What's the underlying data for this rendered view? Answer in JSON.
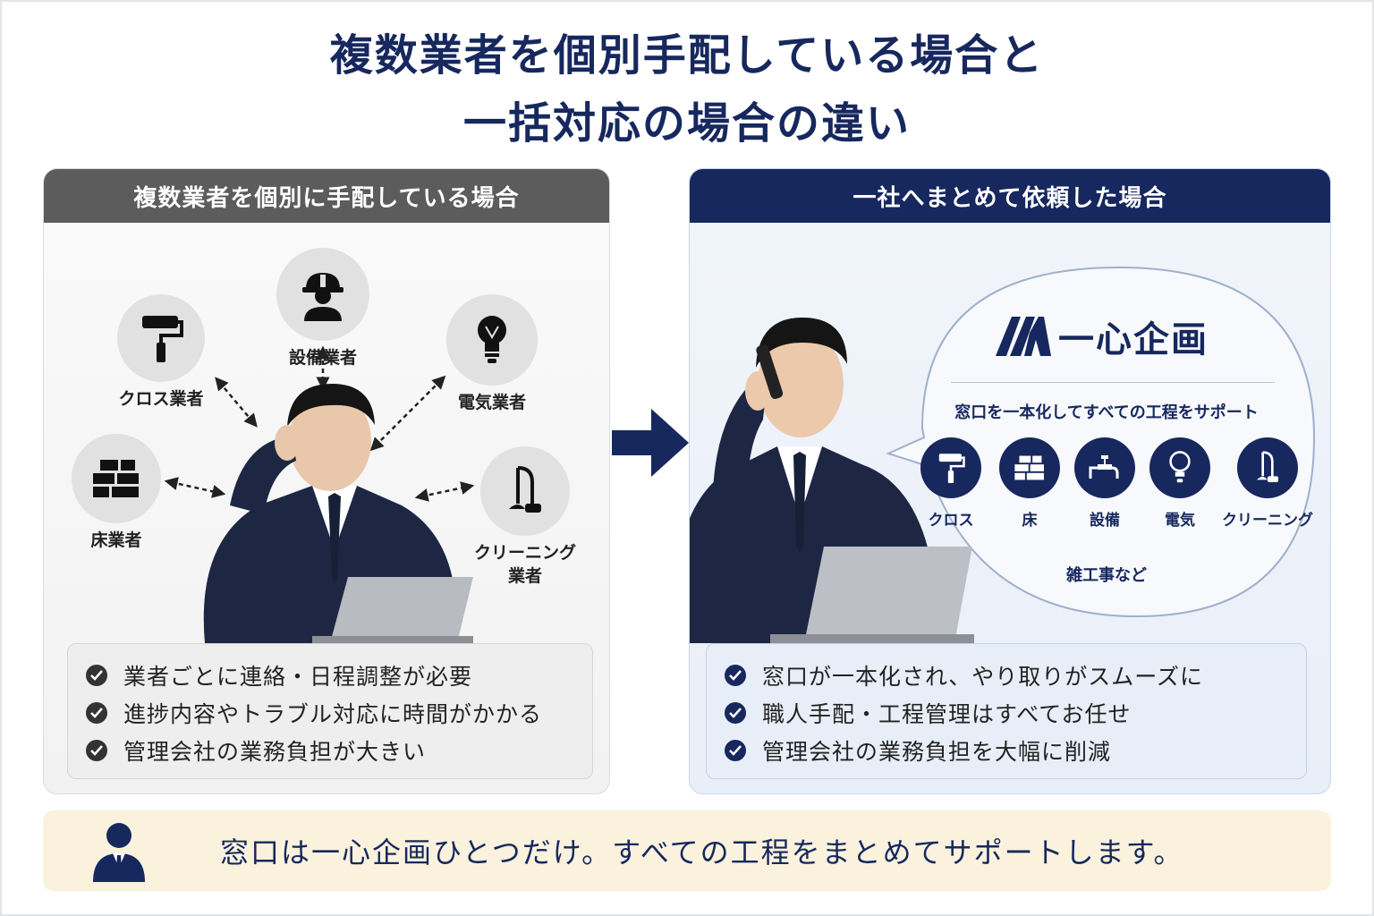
{
  "title": {
    "line1": "複数業者を個別手配している場合と",
    "line2": "一括対応の場合の違い"
  },
  "left_panel": {
    "header": "複数業者を個別に手配している場合",
    "vendors": [
      {
        "label": "設備業者",
        "icon": "worker-helmet-icon"
      },
      {
        "label": "クロス業者",
        "icon": "paint-roller-icon"
      },
      {
        "label": "電気業者",
        "icon": "light-bulb-icon"
      },
      {
        "label": "床業者",
        "icon": "floor-tiles-icon"
      },
      {
        "label": "クリーニング",
        "label2": "業者",
        "icon": "vacuum-icon"
      }
    ],
    "checklist": [
      "業者ごとに連絡・日程調整が必要",
      "進捗内容やトラブル対応に時間がかかる",
      "管理会社の業務負担が大きい"
    ]
  },
  "right_panel": {
    "header": "一社へまとめて依頼した場合",
    "company_name": "一心企画",
    "caption": "窓口を一本化してすべての工程をサポート",
    "services": [
      {
        "label": "クロス",
        "icon": "paint-roller-icon"
      },
      {
        "label": "床",
        "icon": "floor-tiles-icon"
      },
      {
        "label": "設備",
        "icon": "faucet-icon"
      },
      {
        "label": "電気",
        "icon": "light-bulb-icon"
      },
      {
        "label": "クリーニング",
        "icon": "vacuum-icon"
      }
    ],
    "misc": "雑工事など",
    "checklist": [
      "窓口が一本化され、やり取りがスムーズに",
      "職人手配・工程管理はすべてお任せ",
      "管理会社の業務負担を大幅に削減"
    ]
  },
  "banner": {
    "text": "窓口は一心企画ひとつだけ。すべての工程をまとめてサポートします。",
    "icon": "businessman-icon"
  },
  "colors": {
    "navy": "#17285e",
    "gray_header": "#5c5c5c",
    "banner_bg": "#faf2dc"
  }
}
